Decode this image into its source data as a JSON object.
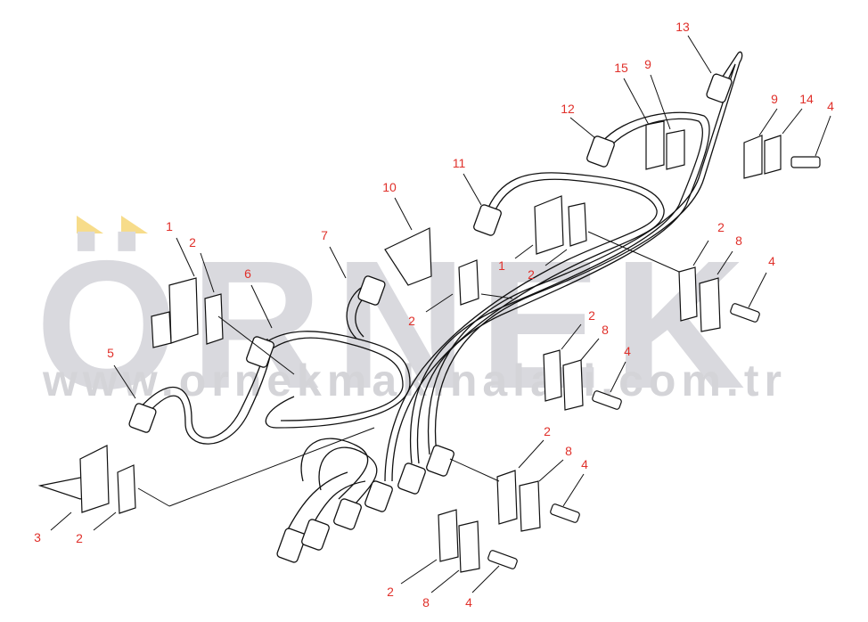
{
  "watermark": {
    "brand": "ÖRNEK",
    "url": "www.ornekmakinalari.com.tr",
    "brand_color": "#d9d9de",
    "accent_color": "#f7dc8a"
  },
  "label_color": "#e0302a",
  "callouts": [
    "13",
    "15",
    "9",
    "12",
    "9",
    "14",
    "4",
    "11",
    "10",
    "1",
    "2",
    "7",
    "2",
    "8",
    "1",
    "2",
    "6",
    "4",
    "2",
    "2",
    "8",
    "5",
    "4",
    "2",
    "8",
    "4",
    "3",
    "2",
    "2",
    "8",
    "4"
  ]
}
